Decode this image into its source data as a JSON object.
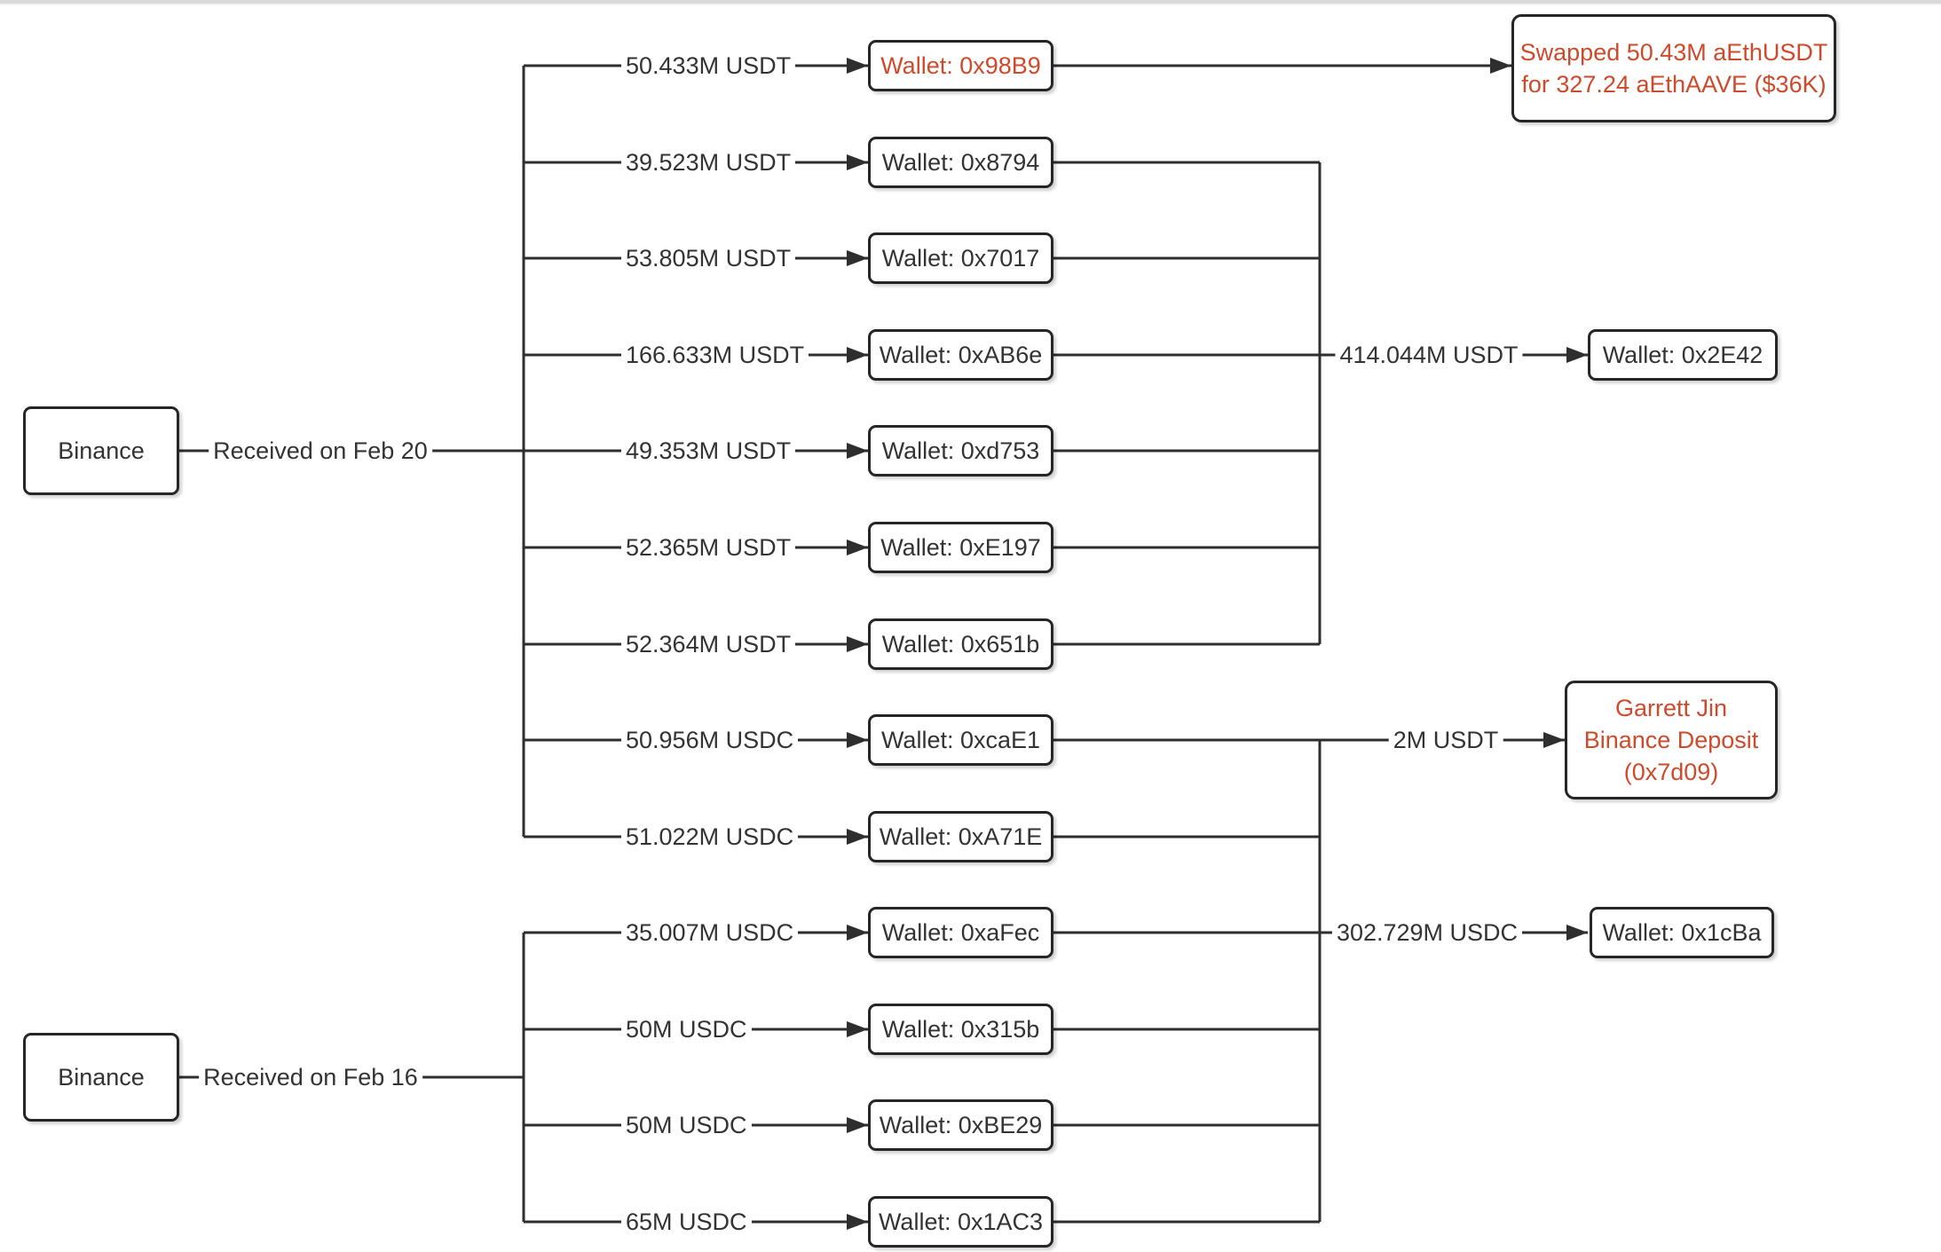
{
  "diagram": {
    "sources": [
      {
        "name": "Binance",
        "edge_label": "Received on Feb 20"
      },
      {
        "name": "Binance",
        "edge_label": "Received on Feb 16"
      }
    ],
    "transfers": [
      {
        "amount": "50.433M USDT",
        "wallet": "Wallet: 0x98B9",
        "highlight": true
      },
      {
        "amount": "39.523M USDT",
        "wallet": "Wallet: 0x8794"
      },
      {
        "amount": "53.805M USDT",
        "wallet": "Wallet: 0x7017"
      },
      {
        "amount": "166.633M USDT",
        "wallet": "Wallet: 0xAB6e"
      },
      {
        "amount": "49.353M USDT",
        "wallet": "Wallet: 0xd753"
      },
      {
        "amount": "52.365M USDT",
        "wallet": "Wallet: 0xE197"
      },
      {
        "amount": "52.364M USDT",
        "wallet": "Wallet: 0x651b"
      },
      {
        "amount": "50.956M USDC",
        "wallet": "Wallet: 0xcaE1"
      },
      {
        "amount": "51.022M USDC",
        "wallet": "Wallet: 0xA71E"
      },
      {
        "amount": "35.007M USDC",
        "wallet": "Wallet: 0xaFec"
      },
      {
        "amount": "50M USDC",
        "wallet": "Wallet: 0x315b"
      },
      {
        "amount": "50M USDC",
        "wallet": "Wallet: 0xBE29"
      },
      {
        "amount": "65M USDC",
        "wallet": "Wallet: 0x1AC3"
      }
    ],
    "aggregates": [
      {
        "amount": "414.044M USDT",
        "target": "Wallet: 0x2E42"
      },
      {
        "amount": "2M USDT",
        "target": "Garrett Jin\nBinance Deposit\n(0x7d09)",
        "highlight": true
      },
      {
        "amount": "302.729M USDC",
        "target": "Wallet: 0x1cBa"
      }
    ],
    "swap_note": "Swapped 50.43M aEthUSDT\nfor 327.24 aEthAAVE ($36K)"
  },
  "colors": {
    "highlight": "#cf4a2b",
    "line": "#2e2e2e",
    "text": "#333333",
    "top_edge": "#d9d9d9"
  }
}
